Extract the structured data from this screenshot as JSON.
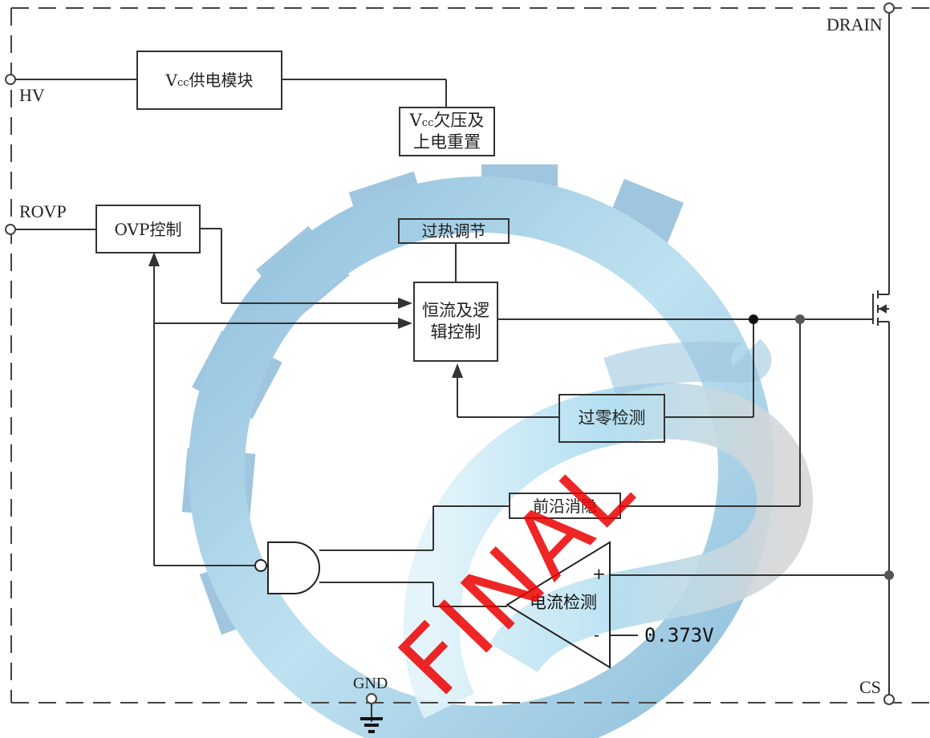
{
  "pins": {
    "drain": "DRAIN",
    "hv": "HV",
    "rovp": "ROVP",
    "gnd": "GND",
    "cs": "CS"
  },
  "blocks": {
    "vcc_supply": {
      "v": "V",
      "cc": "cc",
      "text": "供电模块"
    },
    "vcc_uvlo": {
      "v": "V",
      "cc": "cc",
      "line1": "欠压及",
      "line2": "上电重置"
    },
    "ovp_control": "OVP控制",
    "thermal": "过热调节",
    "cc_logic": {
      "line1": "恒流及逻",
      "line2": "辑控制"
    },
    "zero_detect": "过零检测",
    "leading_edge_blank": "前沿消隐",
    "current_sense": "电流检测"
  },
  "comparator": {
    "plus": "+",
    "minus": "-",
    "reference": "0.373V"
  },
  "watermark": "FINAL",
  "colors": {
    "line": "#333333",
    "watermark_red": "#e00000",
    "gear_blue": "#5aa0c8",
    "gear_light": "#bfe3f2"
  }
}
